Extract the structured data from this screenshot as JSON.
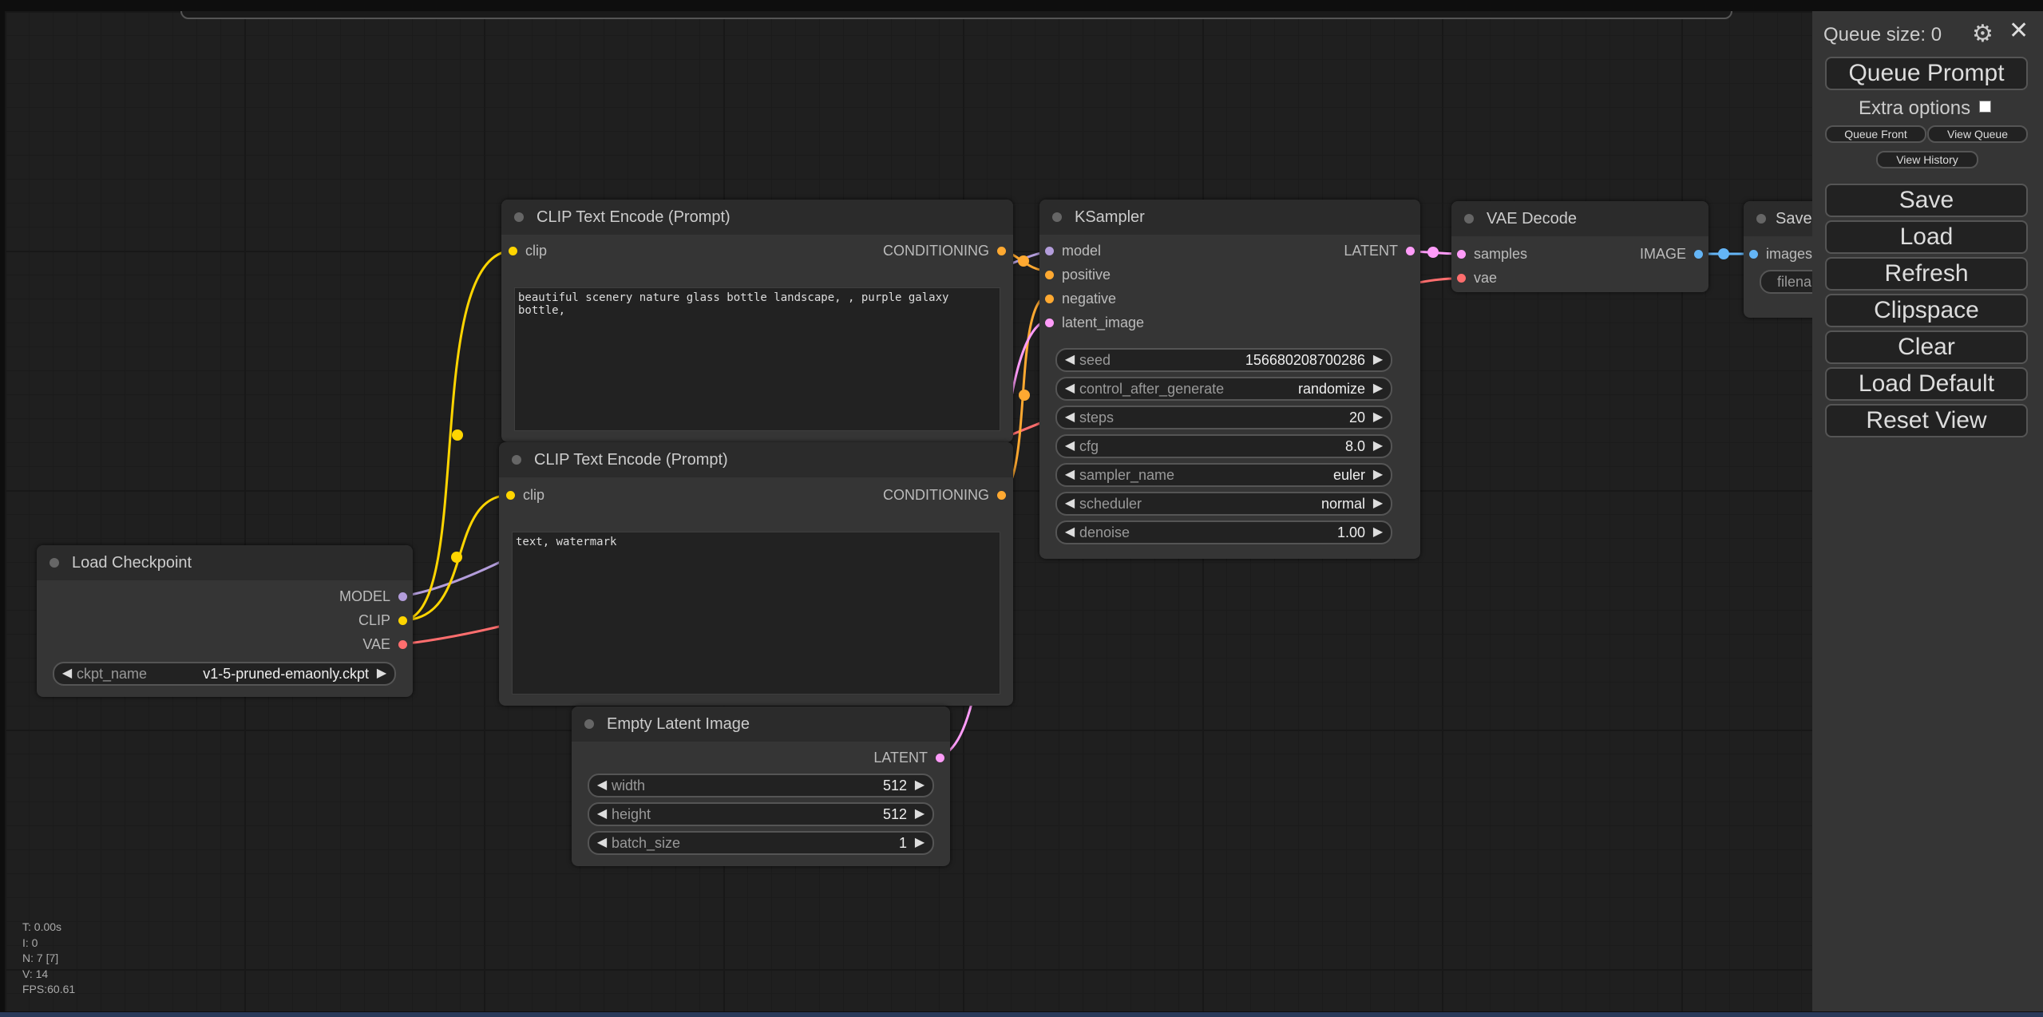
{
  "colors": {
    "model": "#b39ddb",
    "clip": "#ffd500",
    "vae": "#ff6e6e",
    "conditioning": "#ffa931",
    "latent": "#ff9cf9",
    "image": "#64b5f6"
  },
  "nodes": {
    "clip_pos": {
      "title": "CLIP Text Encode (Prompt)",
      "in_clip": "clip",
      "out": "CONDITIONING",
      "text": "beautiful scenery nature glass bottle landscape, , purple galaxy bottle,"
    },
    "clip_neg": {
      "title": "CLIP Text Encode (Prompt)",
      "in_clip": "clip",
      "out": "CONDITIONING",
      "text": "text, watermark"
    },
    "ksampler": {
      "title": "KSampler",
      "inputs": [
        "model",
        "positive",
        "negative",
        "latent_image"
      ],
      "out": "LATENT",
      "widgets": [
        {
          "label": "seed",
          "value": "156680208700286"
        },
        {
          "label": "control_after_generate",
          "value": "randomize"
        },
        {
          "label": "steps",
          "value": "20"
        },
        {
          "label": "cfg",
          "value": "8.0"
        },
        {
          "label": "sampler_name",
          "value": "euler"
        },
        {
          "label": "scheduler",
          "value": "normal"
        },
        {
          "label": "denoise",
          "value": "1.00"
        }
      ]
    },
    "vae_decode": {
      "title": "VAE Decode",
      "in_samples": "samples",
      "in_vae": "vae",
      "out": "IMAGE"
    },
    "save_image": {
      "title": "Save Image",
      "in_images": "images",
      "widget_label": "filename_prefix"
    },
    "checkpoint": {
      "title": "Load Checkpoint",
      "outputs": [
        "MODEL",
        "CLIP",
        "VAE"
      ],
      "widget": {
        "label": "ckpt_name",
        "value": "v1-5-pruned-emaonly.ckpt"
      }
    },
    "latent": {
      "title": "Empty Latent Image",
      "out": "LATENT",
      "widgets": [
        {
          "label": "width",
          "value": "512"
        },
        {
          "label": "height",
          "value": "512"
        },
        {
          "label": "batch_size",
          "value": "1"
        }
      ]
    }
  },
  "menu": {
    "queue_size": "Queue size: 0",
    "queue_prompt": "Queue Prompt",
    "extra_options": "Extra options",
    "queue_front": "Queue Front",
    "view_queue": "View Queue",
    "view_history": "View History",
    "buttons": [
      "Save",
      "Load",
      "Refresh",
      "Clipspace",
      "Clear",
      "Load Default",
      "Reset View"
    ]
  },
  "stats": {
    "t": "T: 0.00s",
    "i": "I: 0",
    "n": "N: 7 [7]",
    "v": "V: 14",
    "fps": "FPS:60.61"
  }
}
